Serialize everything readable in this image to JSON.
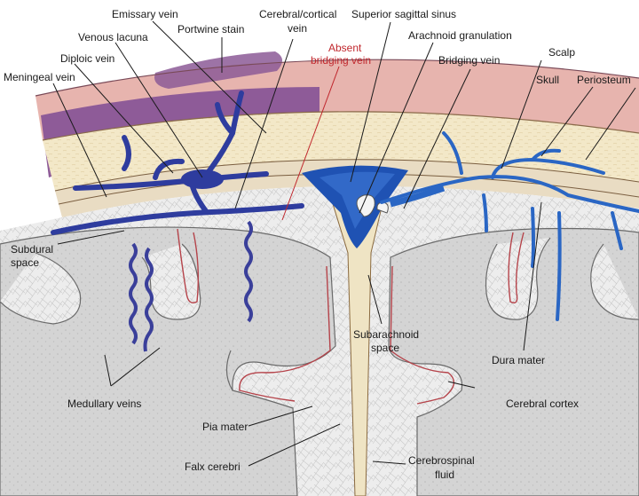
{
  "labels": {
    "emissary_vein": "Emissary vein",
    "cerebral_cortical_vein_1": "Cerebral/cortical",
    "cerebral_cortical_vein_2": "vein",
    "superior_sagittal_sinus": "Superior sagittal sinus",
    "venous_lacuna": "Venous lacuna",
    "portwine_stain": "Portwine stain",
    "absent_bridging_vein_1": "Absent",
    "absent_bridging_vein_2": "bridging vein",
    "arachnoid_granulation": "Arachnoid granulation",
    "diploic_vein": "Diploic vein",
    "bridging_vein": "Bridging vein",
    "scalp": "Scalp",
    "meningeal_vein": "Meningeal vein",
    "skull": "Skull",
    "periosteum": "Periosteum",
    "subdural_space_1": "Subdural",
    "subdural_space_2": "space",
    "subarachnoid_space_1": "Subarachnoid",
    "subarachnoid_space_2": "space",
    "dura_mater": "Dura mater",
    "medullary_veins": "Medullary veins",
    "cerebral_cortex": "Cerebral cortex",
    "pia_mater": "Pia mater",
    "falx_cerebri": "Falx cerebri",
    "cerebrospinal_fluid_1": "Cerebrospinal",
    "cerebrospinal_fluid_2": "fluid"
  },
  "colors": {
    "scalp": "#e9b5b0",
    "skull": "#f2e6c6",
    "diploe": "#9a6aa2",
    "portwine": "#8a5a95",
    "dura": "#e9dcc3",
    "subarachnoid": "#ececec",
    "cortex": "#d3d3d3",
    "vein": "#2e3c9e",
    "sinus": "#1f4fae",
    "pia": "#b5434a",
    "absent_label": "#c0272d"
  }
}
